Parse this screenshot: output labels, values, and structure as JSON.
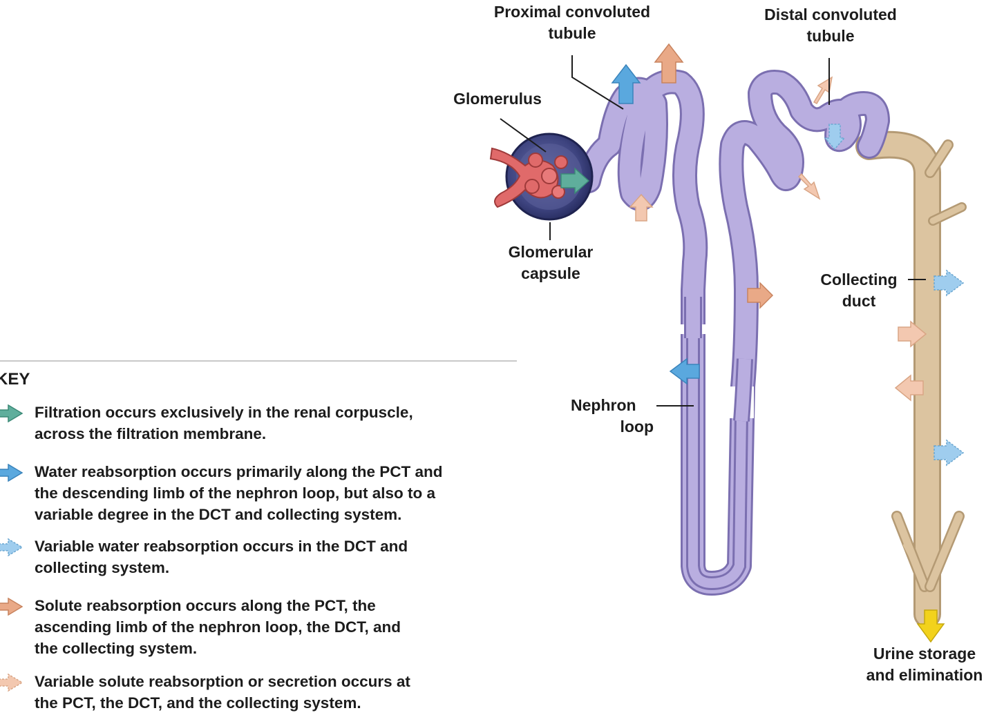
{
  "labels": {
    "pct": [
      "Proximal convoluted",
      "tubule"
    ],
    "dct": [
      "Distal convoluted",
      "tubule"
    ],
    "glomerulus": [
      "Glomerulus"
    ],
    "capsule": [
      "Glomerular",
      "capsule"
    ],
    "collecting": [
      "Collecting",
      "duct"
    ],
    "loop": [
      "Nephron",
      "loop"
    ],
    "urine": [
      "Urine storage",
      "and elimination"
    ]
  },
  "key": {
    "title": "KEY",
    "items": [
      {
        "color": "#5fae9c",
        "style": "solid",
        "lines": [
          "Filtration occurs exclusively in the renal corpuscle,",
          "across the filtration membrane."
        ]
      },
      {
        "color": "#5aa8de",
        "style": "solid",
        "lines": [
          "Water reabsorption occurs primarily along the PCT and",
          "the descending limb of the nephron loop, but also to a",
          "variable degree in the DCT and collecting system."
        ]
      },
      {
        "color": "#9fcdee",
        "style": "dashed",
        "lines": [
          "Variable water reabsorption occurs in the DCT and",
          "collecting system."
        ]
      },
      {
        "color": "#e9a987",
        "style": "solid",
        "lines": [
          "Solute reabsorption occurs along the PCT,  the",
          "ascending limb of the nephron loop, the DCT, and",
          "the collecting system."
        ]
      },
      {
        "color": "#f3c8b0",
        "style": "dashed",
        "lines": [
          "Variable solute reabsorption or secretion occurs at",
          "the PCT, the DCT, and the collecting system."
        ]
      }
    ]
  },
  "colors": {
    "tubule": "#b9aee0",
    "tubule_edge": "#7b6fb0",
    "duct": "#dcc4a0",
    "duct_edge": "#b49a74",
    "glomerulus": "#e06a6a",
    "capsule": "#3a3f78",
    "urine_arrow": "#f2d21c"
  }
}
